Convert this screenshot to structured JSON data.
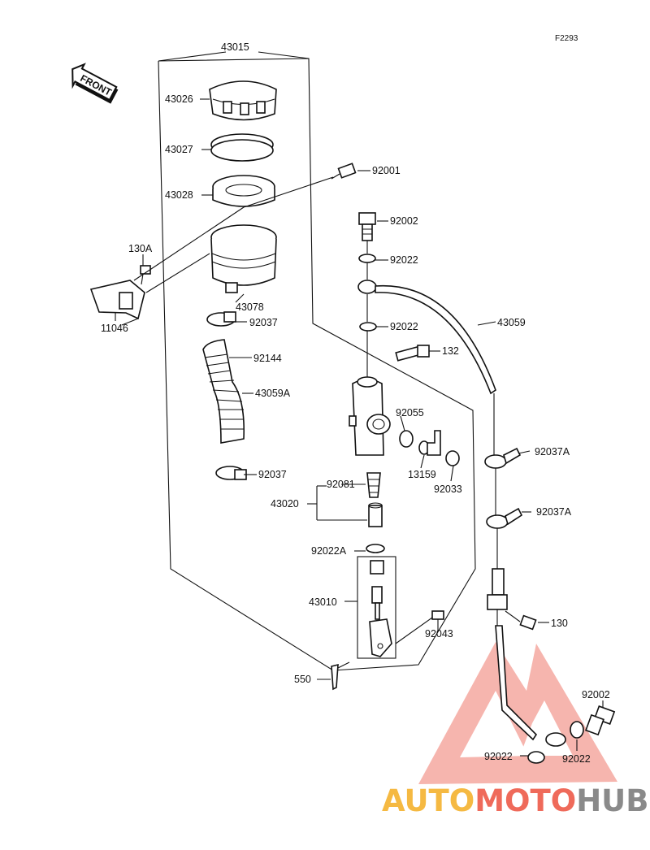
{
  "diagram": {
    "code": "F2293",
    "front_label": "FRONT",
    "parts": {
      "p43015": "43015",
      "p43026": "43026",
      "p43027": "43027",
      "p43028": "43028",
      "p92001": "92001",
      "p92002a": "92002",
      "p92022a": "92022",
      "p130A": "130A",
      "p11046": "11046",
      "p43078": "43078",
      "p92037a": "92037",
      "p92022b": "92022",
      "p43059": "43059",
      "p92144": "92144",
      "p132": "132",
      "p43059A": "43059A",
      "p92055": "92055",
      "p13159": "13159",
      "p92033": "92033",
      "p92037Aa": "92037A",
      "p92037b": "92037",
      "p92081": "92081",
      "p43020": "43020",
      "p92037Ab": "92037A",
      "p92022A": "92022A",
      "p43010": "43010",
      "p130": "130",
      "p92043": "92043",
      "p550": "550",
      "p92002b": "92002",
      "p92022c": "92022",
      "p92022d": "92022"
    }
  },
  "watermark": {
    "part1": "AUTO",
    "part2": "MOTO",
    "part3": "HUB",
    "color1": "#f5b942",
    "color2": "#ef6a5a",
    "color3": "#8a8a8a"
  }
}
